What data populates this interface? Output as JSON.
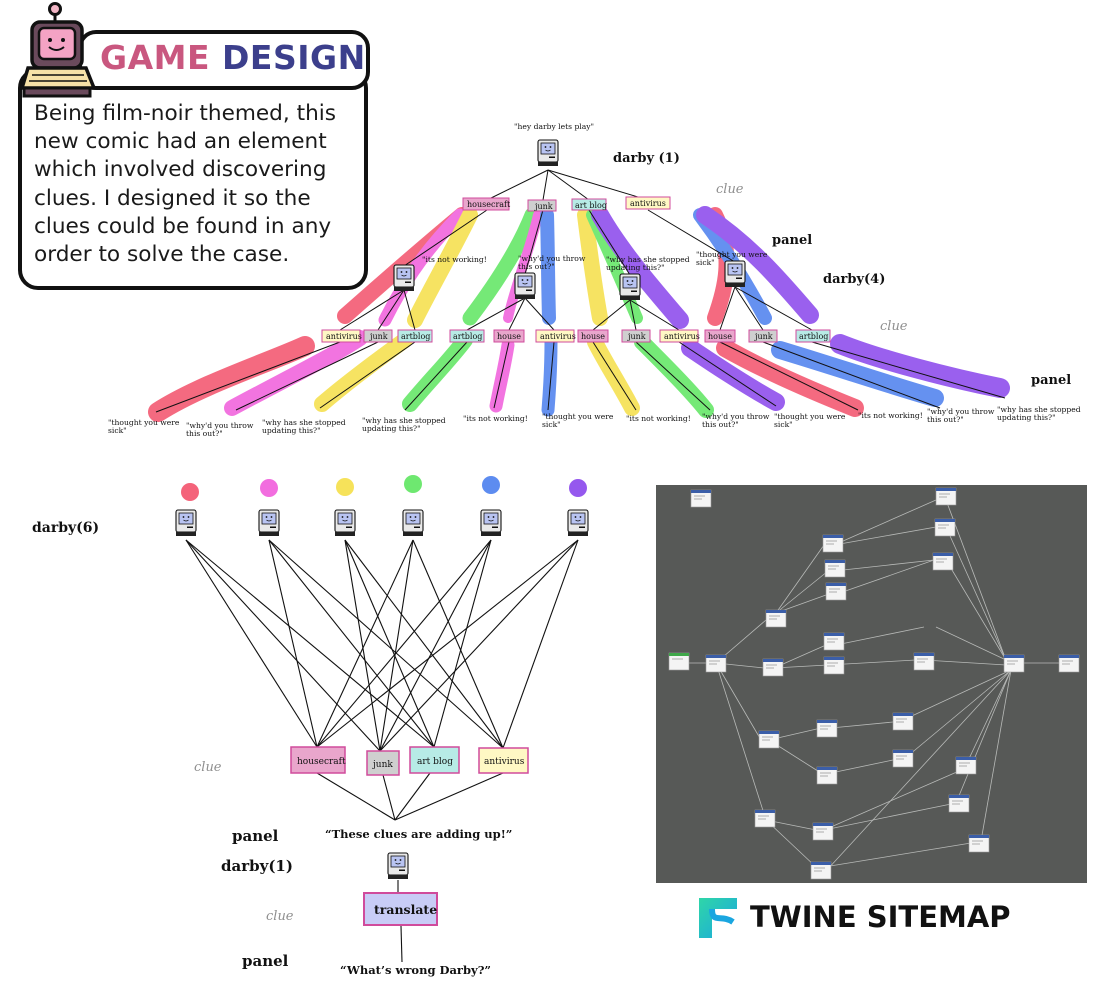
{
  "intro": {
    "title_word1": "GAME",
    "title_word2": "DESIGN",
    "text": "Being film-noir themed, this new comic had an element which involved discovering clues. I designed it so the clues could be found in any order to solve the case."
  },
  "top_tree": {
    "root_quote": "\"hey darby lets play\"",
    "root_label": "darby (1)",
    "clue_label_1": "clue",
    "panel_label_1": "panel",
    "darby4_label": "darby(4)",
    "clue_label_2": "clue",
    "panel_label_2": "panel",
    "level1": [
      "housecraft",
      "junk",
      "art blog",
      "antivirus"
    ],
    "level1_quotes": [
      "\"its not working!",
      "\"why'd you throw this out?\"",
      "\"why has she stopped updating this?\"",
      "\"thought you were sick\""
    ],
    "level2": [
      "antivirus",
      "junk",
      "artblog",
      "artblog",
      "house",
      "antivirus",
      "house",
      "junk",
      "antivirus",
      "house",
      "junk",
      "artblog"
    ],
    "leaf_quotes": [
      "\"thought you were sick\"",
      "\"why'd you throw this out?\"",
      "\"why has she stopped updating this?\"",
      "\"why has she stopped updating this?\"",
      "\"its not working!",
      "\"thought you were sick\"",
      "\"its not working!",
      "\"why'd you throw this out?\"",
      "\"thought you were sick\"",
      "\"its not working!",
      "\"why'd you throw this out?\"",
      "\"why has she stopped updating this?\""
    ]
  },
  "bottom_tree": {
    "darby6_label": "darby(6)",
    "dot_colors": [
      "#f4637a",
      "#f26ddf",
      "#f6e25a",
      "#6ee870",
      "#5d8cf0",
      "#9558ee"
    ],
    "clue_boxes": [
      "housecraft",
      "junk",
      "art blog",
      "antivirus"
    ],
    "clue_label": "clue",
    "panel_label": "panel",
    "quote": "“These clues are adding up!”",
    "darby1_label": "darby(1)",
    "clue_label_2": "clue",
    "translate": "translate",
    "panel_label_2": "panel",
    "final_quote": "“What’s wrong Darby?”"
  },
  "twine": {
    "title": "TWINE SITEMAP"
  },
  "colors": {
    "red": "#f4637a",
    "pink": "#f26ddf",
    "yellow": "#f6e25a",
    "green": "#6ee870",
    "blue": "#5d8cf0",
    "purple": "#9558ee",
    "title_pink": "#c9577f",
    "title_navy": "#3c3f8c",
    "twine_bg": "#575957"
  }
}
